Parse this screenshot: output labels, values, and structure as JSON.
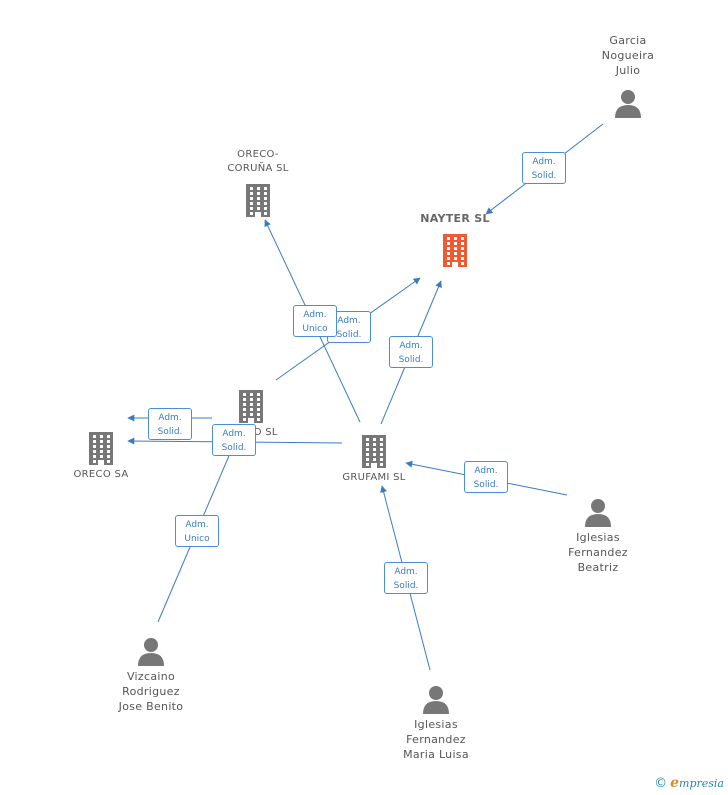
{
  "colors": {
    "edge": "#3a7cc4",
    "badge_border": "#4a8fd6",
    "company_icon": "#777777",
    "main_icon": "#f05a32",
    "person_icon": "#777777"
  },
  "nodes": [
    {
      "id": "nayter",
      "type": "company",
      "main": true,
      "label": "NAYTER SL"
    },
    {
      "id": "oreco_coruna",
      "type": "company",
      "label": "ORECO-\nCORUÑA SL"
    },
    {
      "id": "oreco_sl",
      "type": "company",
      "label": "ORECO SL"
    },
    {
      "id": "oreco_sa",
      "type": "company",
      "label": "ORECO SA"
    },
    {
      "id": "grufami",
      "type": "company",
      "label": "GRUFAMI SL"
    },
    {
      "id": "garcia",
      "type": "person",
      "label": "Garcia\nNogueira\nJulio"
    },
    {
      "id": "iglesias_beatriz",
      "type": "person",
      "label": "Iglesias\nFernandez\nBeatriz"
    },
    {
      "id": "iglesias_maria",
      "type": "person",
      "label": "Iglesias\nFernandez\nMaria Luisa"
    },
    {
      "id": "vizcaino",
      "type": "person",
      "label": "Vizcaino\nRodriguez\nJose Benito"
    }
  ],
  "edges": [
    {
      "from": "garcia",
      "to": "nayter",
      "label": "Adm.\nSolid."
    },
    {
      "from": "oreco_sl",
      "to": "nayter",
      "label": "Adm.\nSolid."
    },
    {
      "from": "grufami",
      "to": "nayter",
      "label": "Adm.\nSolid."
    },
    {
      "from": "grufami",
      "to": "oreco_coruna",
      "label": "Adm.\nUnico"
    },
    {
      "from": "oreco_sl",
      "to": "oreco_sa",
      "label": "Adm.\nSolid."
    },
    {
      "from": "grufami",
      "to": "oreco_sa",
      "label": "Adm.\nSolid."
    },
    {
      "from": "iglesias_beatriz",
      "to": "grufami",
      "label": "Adm.\nSolid."
    },
    {
      "from": "iglesias_maria",
      "to": "grufami",
      "label": "Adm.\nSolid."
    },
    {
      "from": "vizcaino",
      "to": "oreco_sl",
      "label": "Adm.\nUnico"
    }
  ],
  "brand": {
    "copyright": "©",
    "name_initial": "e",
    "name_rest": "mpresia"
  }
}
